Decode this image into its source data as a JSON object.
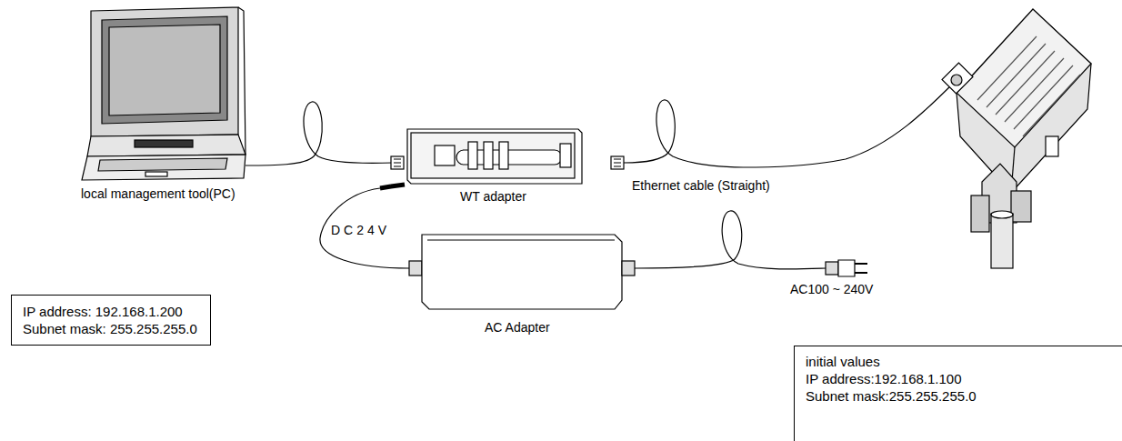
{
  "diagram": {
    "nodes": [
      {
        "text": [
          "IP address: 192.168.1.200",
          "Subnet mask: 255.255.255.0"
        ]
      },
      {
        "text": [
          "initial values",
          "IP address:192.168.1.100",
          "Subnet mask:255.255.255.0"
        ]
      }
    ],
    "labels": [
      "local management tool(PC)",
      "WT adapter",
      "Ethernet cable (Straight)",
      "DC24V",
      "AC Adapter",
      "AC100 ~ 240V"
    ]
  }
}
